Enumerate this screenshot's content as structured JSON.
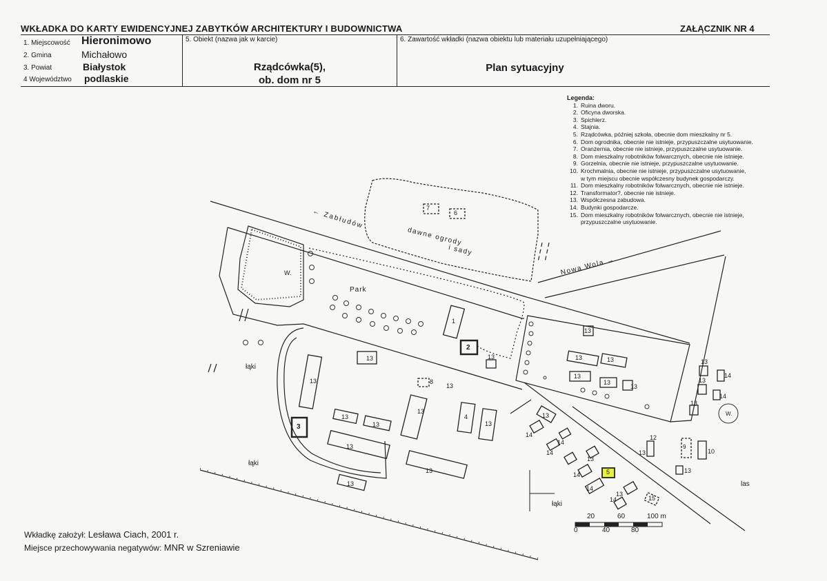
{
  "header": {
    "title": "WKŁADKA DO KARTY EWIDENCYJNEJ ZABYTKÓW ARCHITEKTURY I BUDOWNICTWA",
    "annex": "ZAŁĄCZNIK NR 4"
  },
  "location": {
    "miejscowosc_label": "1. Miejscowość",
    "miejscowosc_value": "Hieronimowo",
    "gmina_label": "2. Gmina",
    "gmina_value": "Michałowo",
    "powiat_label": "3. Powiat",
    "powiat_value": "Białystok",
    "wojewodztwo_label": "4 Województwo",
    "wojewodztwo_value": "podlaskie"
  },
  "object": {
    "label": "5. Obiekt (nazwa jak w karcie)",
    "value_line1": "Rządcówka(5),",
    "value_line2": "ob. dom nr 5"
  },
  "contents": {
    "label": "6. Zawartość wkładki (nazwa obiektu lub materiału uzupełniającego)",
    "value": "Plan sytuacyjny"
  },
  "legend": {
    "title": "Legenda:",
    "items": [
      {
        "n": "1.",
        "text": "Ruina dworu."
      },
      {
        "n": "2.",
        "text": "Oficyna dworska."
      },
      {
        "n": "3.",
        "text": "Spichlerz."
      },
      {
        "n": "4.",
        "text": "Stajnia."
      },
      {
        "n": "5.",
        "text": "Rządcówka, później szkoła, obecnie dom mieszkalny nr 5."
      },
      {
        "n": "6.",
        "text": "Dom ogrodnika, obecnie nie istnieje, przypuszczalne usytuowanie."
      },
      {
        "n": "7.",
        "text": "Oranżernia, obecnie nie istnieje, przypuszczalne usytuowanie."
      },
      {
        "n": "8.",
        "text": "Dom mieszkalny robotników folwarcznych, obecnie nie istnieje."
      },
      {
        "n": "9.",
        "text": "Gorzelnia, obecnie nie istnieje, przypuszczalne usytuowanie."
      },
      {
        "n": "10.",
        "text": "Krochmalnia, obecnie nie istnieje, przypuszczalne usytuowanie,"
      },
      {
        "n": "",
        "text": "w tym miejscu obecnie współczesny budynek gospodarczy."
      },
      {
        "n": "11.",
        "text": "Dom mieszkalny robotników folwarcznych, obecnie nie istnieje."
      },
      {
        "n": "12.",
        "text": "Transformator?, obecnie nie istnieje."
      },
      {
        "n": "13.",
        "text": "Współczesna zabudowa."
      },
      {
        "n": "14.",
        "text": "Budynki gospodarcze."
      },
      {
        "n": "15.",
        "text": " Dom mieszkalny robotników folwarcznych, obecnie nie istnieje,"
      },
      {
        "n": "",
        "text": "przypuszczalne usytuowanie."
      }
    ]
  },
  "map": {
    "road_zabludow": "← Zabłudów",
    "road_nowa_wola": "Nowa Wola →",
    "garden_label_1": "dawne ogrody",
    "garden_label_2": "i sady",
    "park_label": "Park",
    "pond_label": "W.",
    "meadow_label": "łąki",
    "forest_label": "las",
    "scale_top": [
      "20",
      "60",
      "100 m"
    ],
    "scale_bottom": [
      "0",
      "40",
      "80"
    ],
    "highlight_color": "#e6f04a"
  },
  "footer": {
    "founder_label": "Wkładkę założył:",
    "founder_value": "Lesława Ciach, 2001 r.",
    "storage_label": "Miejsce przechowywania negatywów:",
    "storage_value": "MNR w Szreniawie"
  }
}
